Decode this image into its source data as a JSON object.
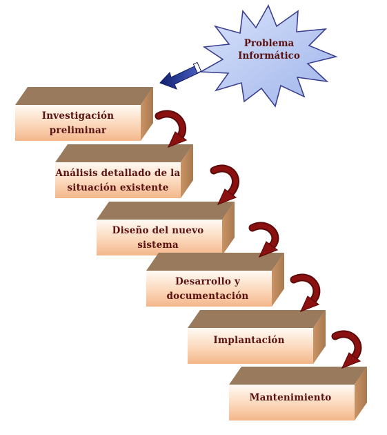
{
  "diagram": {
    "problem": {
      "line1": "Problema",
      "line2": "Informático"
    },
    "steps": [
      {
        "line1": "Investigación",
        "line2": "preliminar"
      },
      {
        "line1": "Análisis detallado de la",
        "line2": "situación existente"
      },
      {
        "line1": "Diseño del nuevo",
        "line2": "sistema"
      },
      {
        "line1": "Desarrollo y",
        "line2": "documentación"
      },
      {
        "line1": "Implantación",
        "line2": ""
      },
      {
        "line1": "Mantenimiento",
        "line2": ""
      }
    ]
  },
  "colors": {
    "step_top": "#9a7a5c",
    "step_side": "#b8875a",
    "step_front_top": "#fef3e8",
    "step_front_bottom": "#f6c39b",
    "arrow": "#8b1010",
    "star_fill": "#b7c8f3",
    "star_stroke": "#3a3f8f",
    "pointer": "#1f2d84",
    "text": "#5a1212"
  }
}
